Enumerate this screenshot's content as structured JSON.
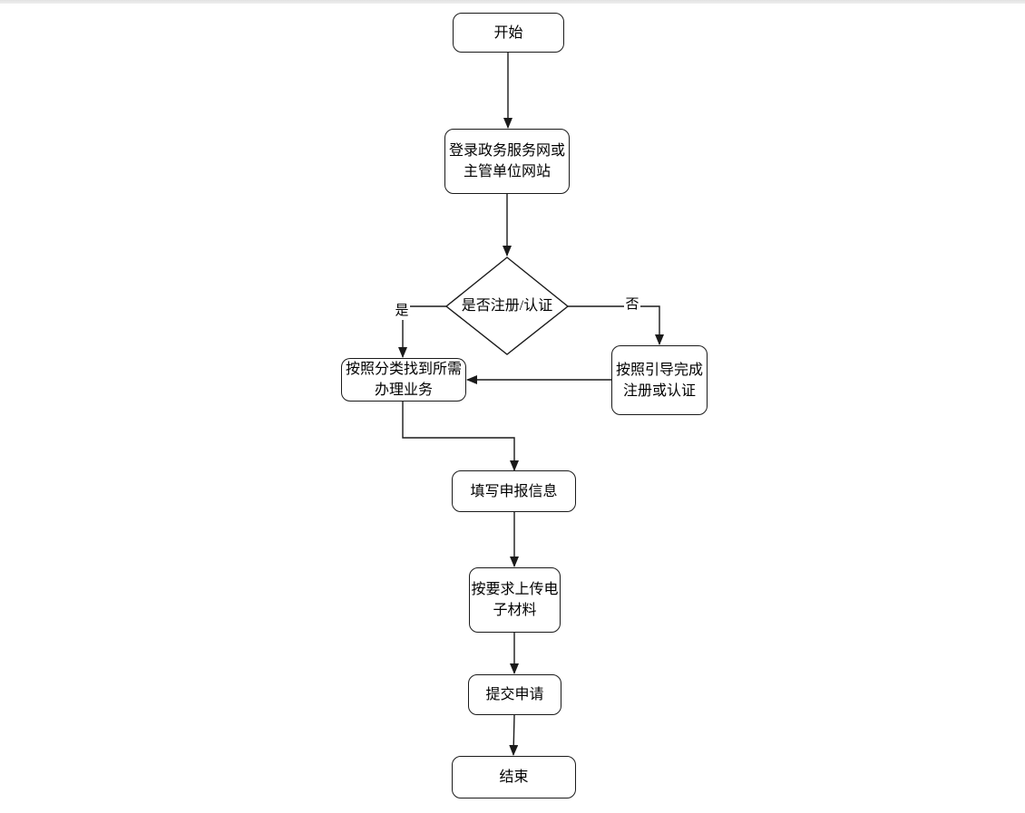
{
  "page": {
    "background": "#ffffff",
    "top_edge_color": "#e2e2e2",
    "line_color": "#1a1a1a"
  },
  "flowchart": {
    "nodes": {
      "start": {
        "label": "开始"
      },
      "login": {
        "label": "登录政务服务网或\n主管单位网站"
      },
      "decision": {
        "label": "是否注册/认证"
      },
      "find": {
        "label": "按照分类找到所需\n办理业务"
      },
      "register": {
        "label": "按照引导完成\n注册或认证"
      },
      "fill": {
        "label": "填写申报信息"
      },
      "upload": {
        "label": "按要求上传电\n子材料"
      },
      "submit": {
        "label": "提交申请"
      },
      "end": {
        "label": "结束"
      }
    },
    "edge_labels": {
      "yes": "是",
      "no": "否"
    }
  }
}
